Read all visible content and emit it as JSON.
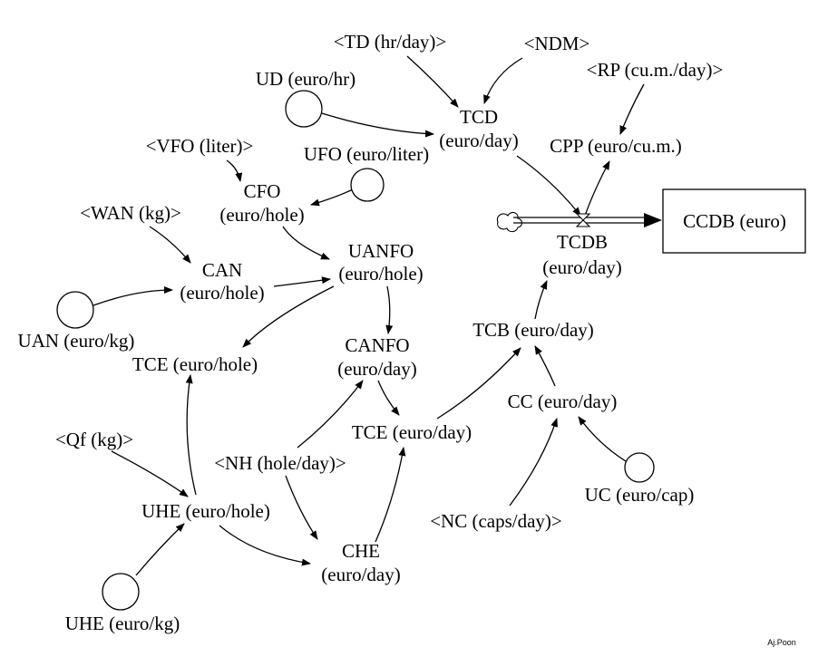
{
  "diagram": {
    "stock": {
      "label": "CCDB (euro)"
    },
    "flow": {
      "line1": "TCDB",
      "line2": "(euro/day)"
    },
    "labels": {
      "td": "<TD (hr/day)>",
      "ndm": "<NDM>",
      "rp": "<RP (cu.m./day)>",
      "ud": "UD (euro/hr)",
      "tcd1": "TCD",
      "tcd2": "(euro/day)",
      "cpp": "CPP (euro/cu.m.)",
      "vfo": "<VFO (liter)>",
      "ufo": "UFO (euro/liter)",
      "cfo1": "CFO",
      "cfo2": "(euro/hole)",
      "wan": "<WAN (kg)>",
      "uanfo1": "UANFO",
      "uanfo2": "(euro/hole)",
      "can1": "CAN",
      "can2": "(euro/hole)",
      "uan": "UAN (euro/kg)",
      "tce_hole": "TCE (euro/hole)",
      "canfo1": "CANFO",
      "canfo2": "(euro/day)",
      "tcb": "TCB (euro/day)",
      "cc": "CC (euro/day)",
      "tce_day": "TCE (euro/day)",
      "nh": "<NH (hole/day)>",
      "qf": "<Qf (kg)>",
      "uhe_hole": "UHE (euro/hole)",
      "uc": "UC (euro/cap)",
      "nc": "<NC (caps/day)>",
      "che1": "CHE",
      "che2": "(euro/day)",
      "uhe_kg": "UHE (euro/kg)"
    },
    "signature": "Aj.Poon"
  }
}
